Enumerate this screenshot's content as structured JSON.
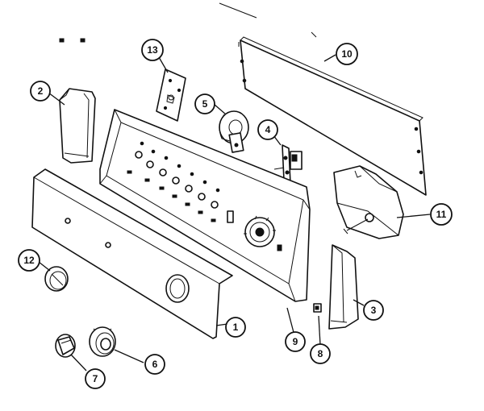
{
  "callouts": [
    {
      "id": "c1",
      "label": "1"
    },
    {
      "id": "c2",
      "label": "2"
    },
    {
      "id": "c3",
      "label": "3"
    },
    {
      "id": "c4",
      "label": "4"
    },
    {
      "id": "c5",
      "label": "5"
    },
    {
      "id": "c6",
      "label": "6"
    },
    {
      "id": "c7",
      "label": "7"
    },
    {
      "id": "c8",
      "label": "8"
    },
    {
      "id": "c9",
      "label": "9"
    },
    {
      "id": "c10",
      "label": "10"
    },
    {
      "id": "c11",
      "label": "11"
    },
    {
      "id": "c12",
      "label": "12"
    },
    {
      "id": "c13",
      "label": "13"
    }
  ],
  "colors": {
    "ink": "#111111",
    "paper": "#ffffff"
  }
}
